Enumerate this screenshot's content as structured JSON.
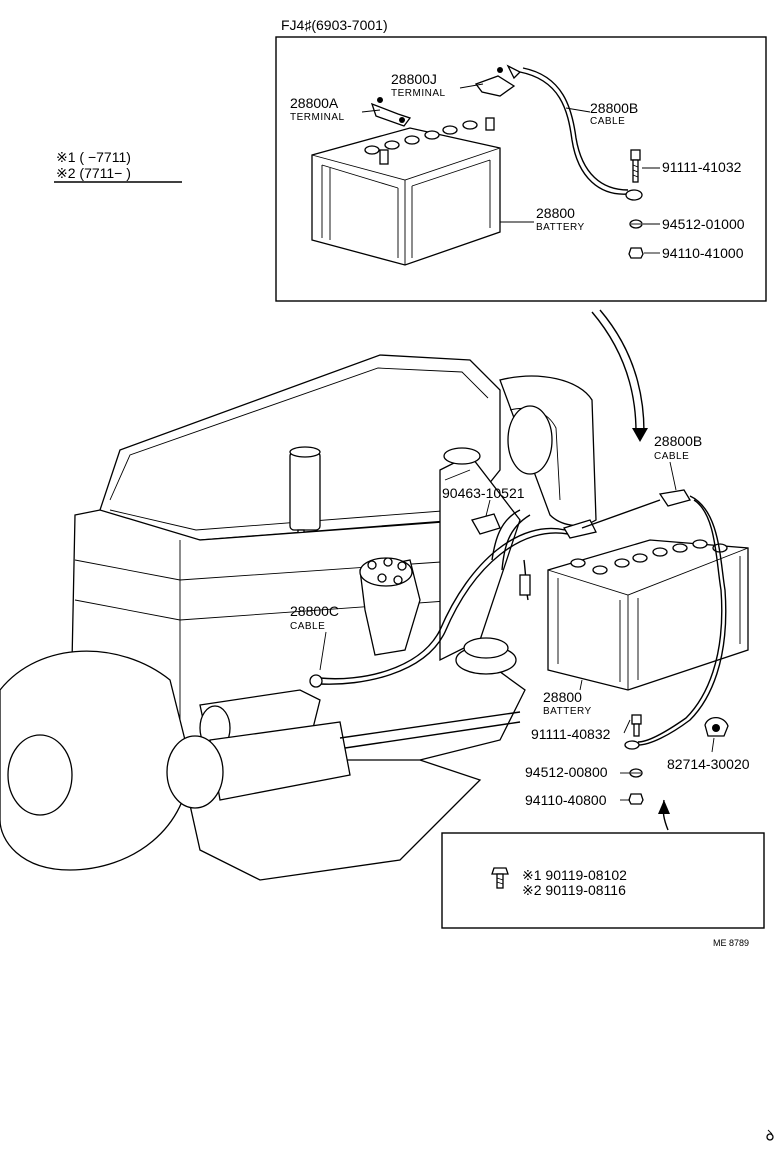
{
  "inset_top": {
    "header": "FJ4♯(6903-7001)",
    "parts": [
      {
        "num": "28800J",
        "sub": "TERMINAL"
      },
      {
        "num": "28800A",
        "sub": "TERMINAL"
      },
      {
        "num": "28800B",
        "sub": "CABLE"
      },
      {
        "num": "91111-41032",
        "sub": ""
      },
      {
        "num": "28800",
        "sub": "BATTERY"
      },
      {
        "num": "94512-01000",
        "sub": ""
      },
      {
        "num": "94110-41000",
        "sub": ""
      }
    ]
  },
  "legend": {
    "line1": "※1 (        −7711)",
    "line2": "※2 (7711−         )"
  },
  "main_parts": [
    {
      "num": "28800B",
      "sub": "CABLE"
    },
    {
      "num": "90463-10521",
      "sub": ""
    },
    {
      "num": "28800C",
      "sub": "CABLE"
    },
    {
      "num": "28800",
      "sub": "BATTERY"
    },
    {
      "num": "91111-40832",
      "sub": ""
    },
    {
      "num": "82714-30020",
      "sub": ""
    },
    {
      "num": "94512-00800",
      "sub": ""
    },
    {
      "num": "94110-40800",
      "sub": ""
    }
  ],
  "inset_bottom": {
    "line1": "※1  90119-08102",
    "line2": "※2  90119-08116"
  },
  "figure_code": "ME  8789"
}
